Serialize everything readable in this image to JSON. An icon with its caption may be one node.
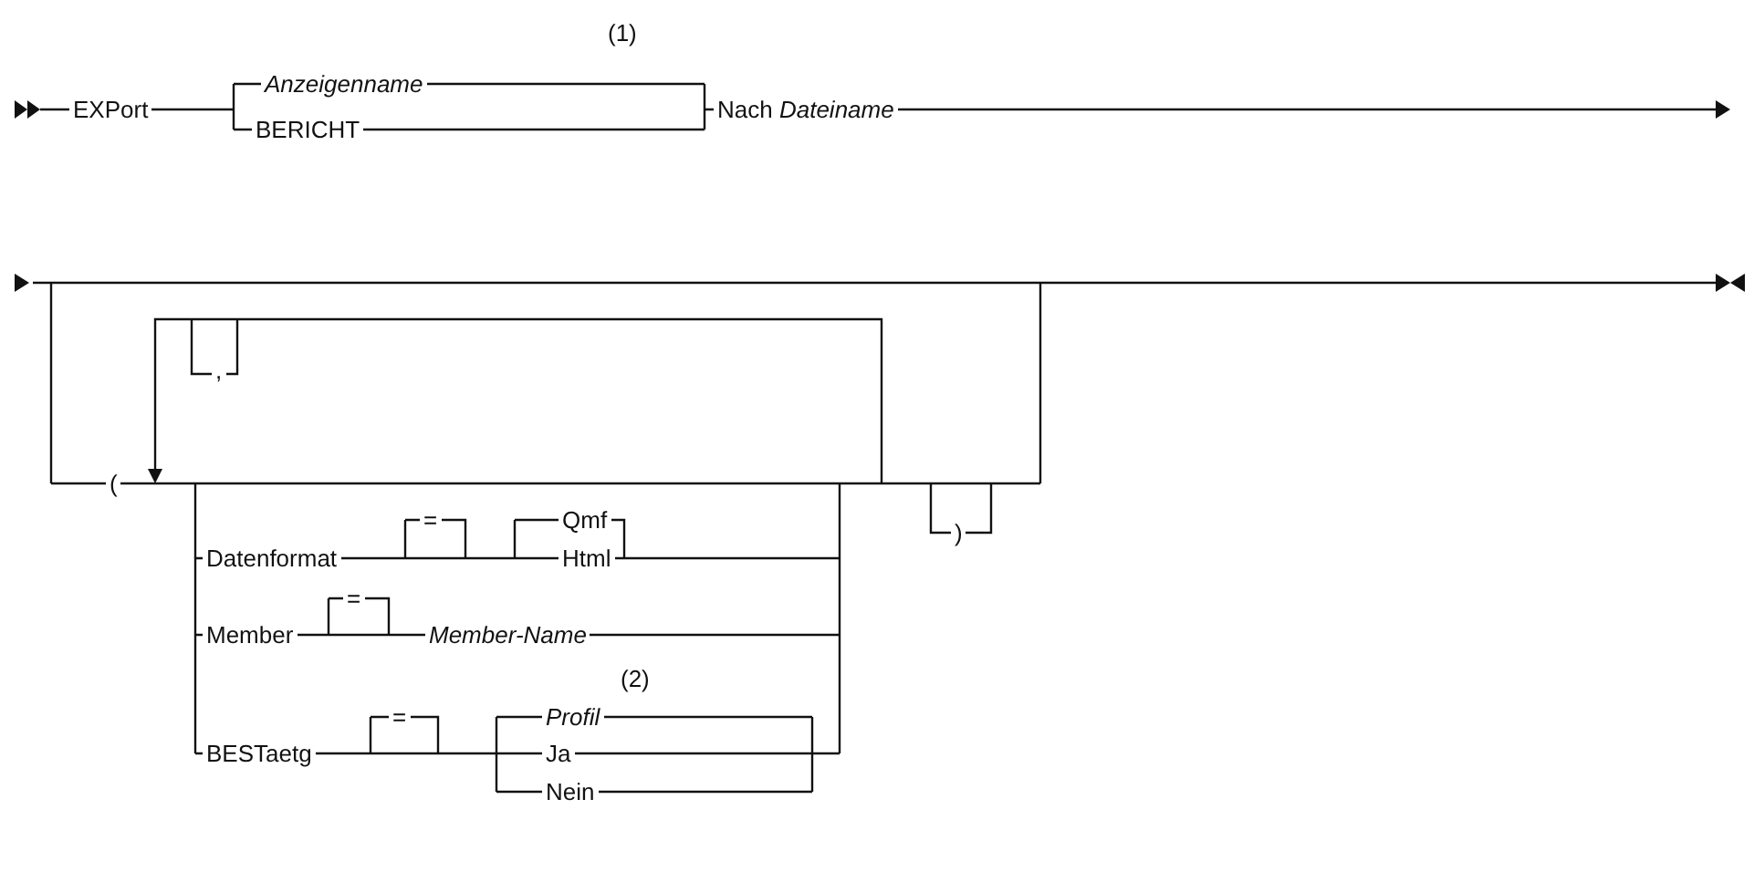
{
  "diagram": {
    "labels": [
      "(1)",
      "EXPort",
      "Anzeigenname",
      "BERICHT",
      "Nach *Dateiname*",
      ",",
      "(",
      "=",
      "Qmf",
      "Datenformat",
      "Html",
      "=",
      "Member",
      "Member-Name",
      "(2)",
      "=",
      "*Profil*",
      "BESTaetg",
      "Ja",
      "Nein",
      ")"
    ]
  }
}
